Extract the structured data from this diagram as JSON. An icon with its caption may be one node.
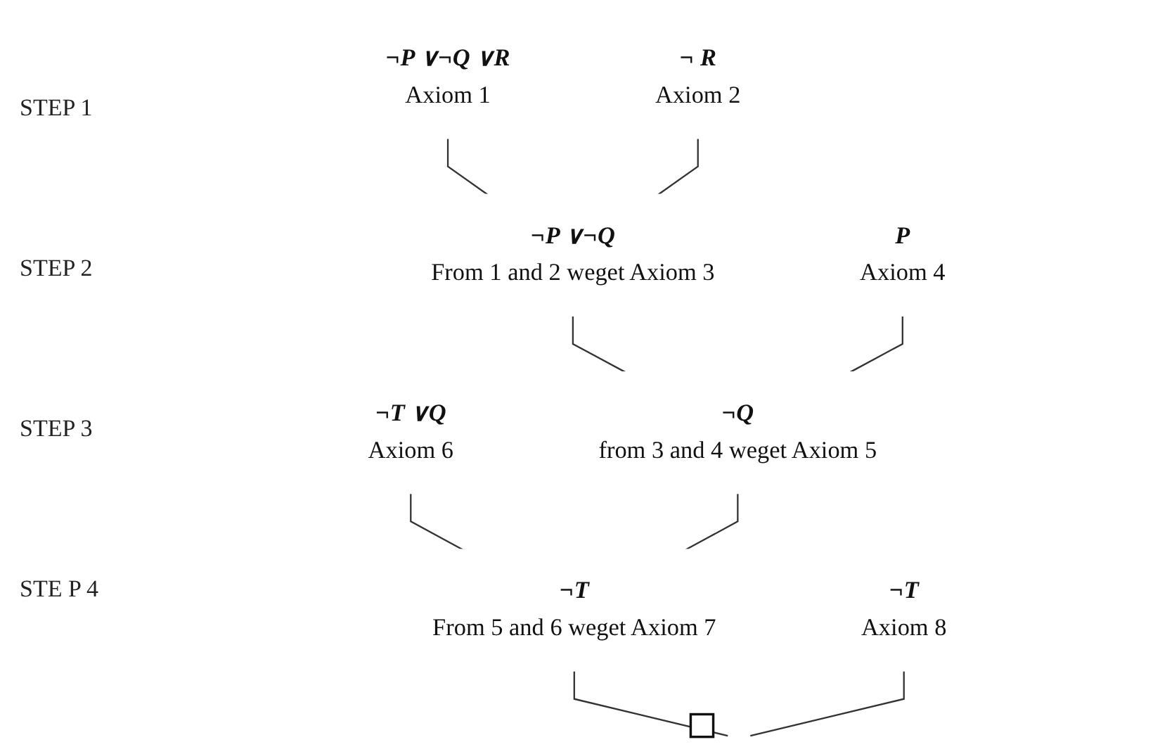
{
  "diagram": {
    "nodes": [
      {
        "text": [
          "¬P ∨¬Q ∨R",
          "Axiom 1"
        ]
      },
      {
        "text": [
          "¬ R",
          "Axiom 2"
        ]
      },
      {
        "text": [
          "¬P ∨¬Q",
          "From 1 and 2 weget Axiom 3"
        ]
      },
      {
        "text": [
          "P",
          "Axiom 4"
        ]
      },
      {
        "text": [
          "¬Q",
          "from 3 and 4 weget Axiom 5"
        ]
      },
      {
        "text": [
          "¬T ∨Q",
          "Axiom 6"
        ]
      },
      {
        "text": [
          "¬T",
          "From 5 and 6 weget Axiom 7"
        ]
      },
      {
        "text": [
          "¬T",
          "Axiom 8"
        ]
      },
      {
        "text": [],
        "shape": "box"
      }
    ],
    "edges": [
      {
        "from": 0,
        "to": 2,
        "arrow": "none"
      },
      {
        "from": 1,
        "to": 2,
        "arrow": "none"
      },
      {
        "from": 2,
        "to": 4,
        "arrow": "none"
      },
      {
        "from": 3,
        "to": 4,
        "arrow": "none"
      },
      {
        "from": 5,
        "to": 6,
        "arrow": "none"
      },
      {
        "from": 4,
        "to": 6,
        "arrow": "none"
      },
      {
        "from": 6,
        "to": 8,
        "arrow": "none"
      },
      {
        "from": 7,
        "to": 8,
        "arrow": "none"
      }
    ],
    "labels": [
      "STEP 1",
      "STEP 2",
      "STEP 3",
      "STE P 4"
    ]
  }
}
